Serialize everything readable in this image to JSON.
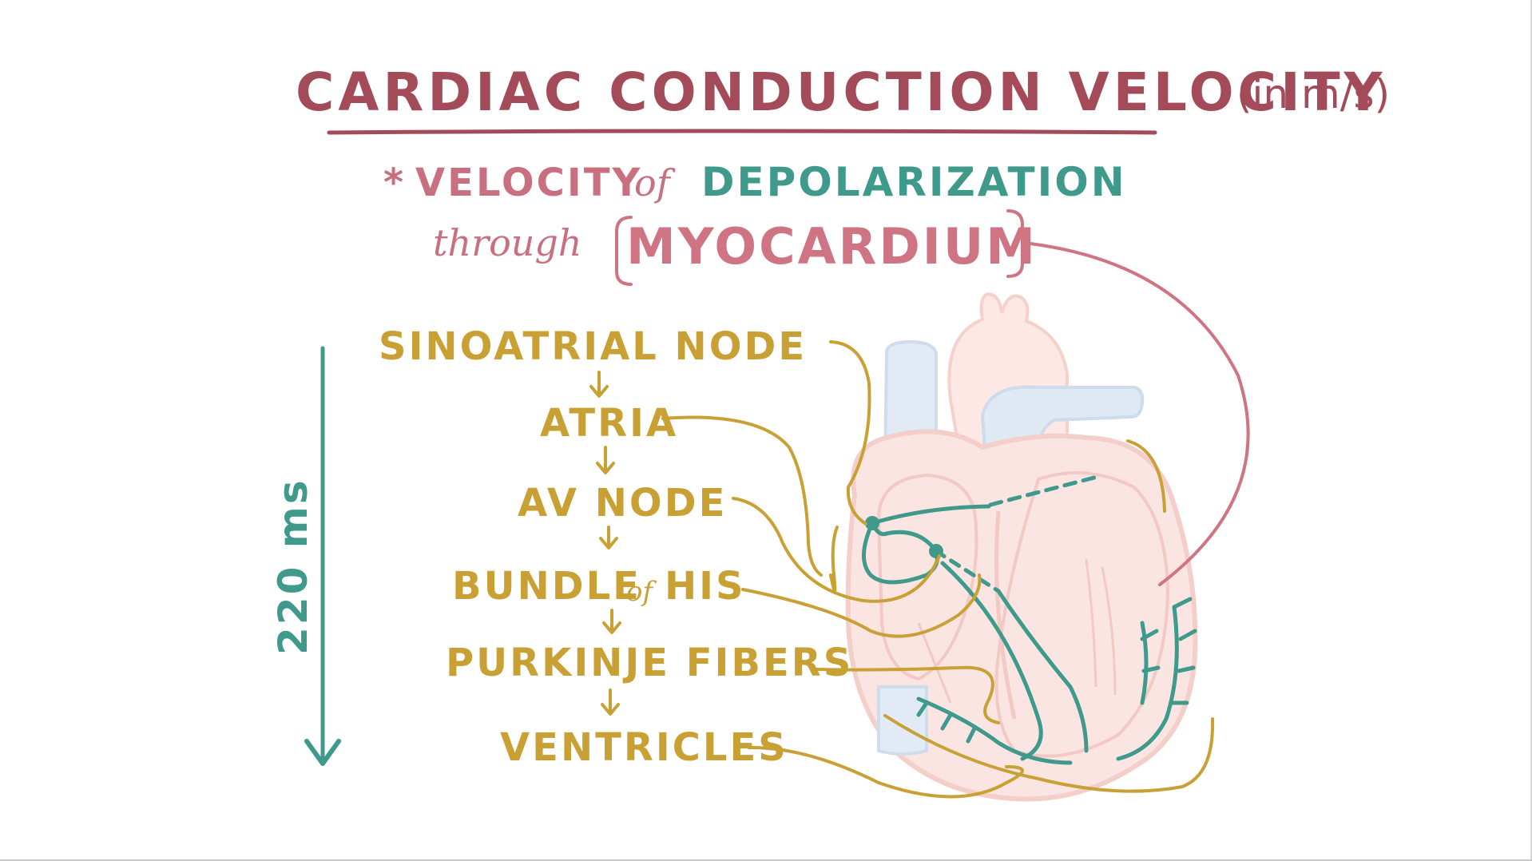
{
  "title": {
    "main": "CARDIAC CONDUCTION VELOCITY",
    "unit": "(in m/s)"
  },
  "definition": {
    "asterisk": "*",
    "velocity": "VELOCITY",
    "of": "of",
    "depolarization": "DEPOLARIZATION",
    "through": "through",
    "myocardium": "MYOCARDIUM"
  },
  "pathway": [
    {
      "label": "SINOATRIAL NODE"
    },
    {
      "label": "ATRIA"
    },
    {
      "label": "AV NODE"
    },
    {
      "label": "BUNDLE",
      "of": "of",
      "label_end": "HIS"
    },
    {
      "label": "PURKINJE FIBERS"
    },
    {
      "label": "VENTRICLES"
    }
  ],
  "timing": {
    "label": "220 ms"
  },
  "colors": {
    "title": "#a34b58",
    "pink": "#c8707f",
    "teal": "#3f9a8c",
    "mustard": "#c9a034",
    "heart_fill": "#fbe3e1",
    "heart_outline": "#f3c9c4",
    "vessel_blue": "#dbe7f3"
  }
}
